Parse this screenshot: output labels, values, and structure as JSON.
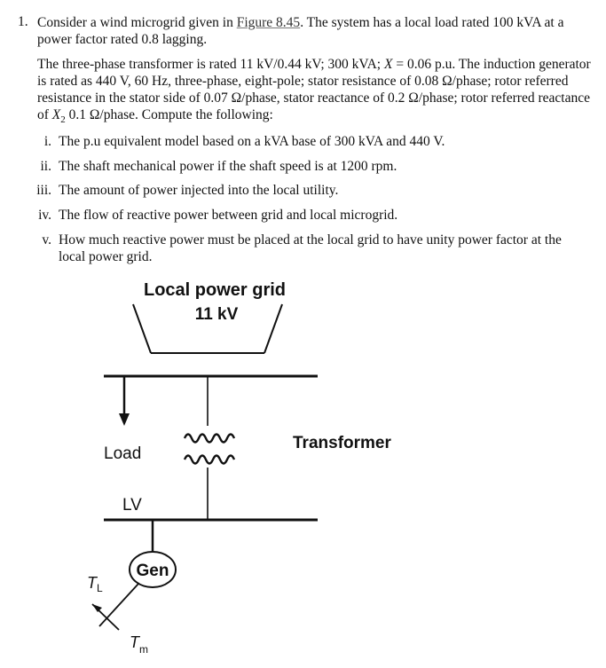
{
  "problem": {
    "number": "1.",
    "intro_before_link": "Consider a wind microgrid given in ",
    "figure_link": "Figure 8.45",
    "intro_after_link": ". The system has a local load rated 100 kVA at a power factor rated 0.8 lagging.",
    "spec_a": "The three-phase transformer is rated 11 kV/0.44 kV; 300 kVA; ",
    "spec_x": "X",
    "spec_b": " = 0.06 p.u. The induction generator is rated as 440 V, 60 Hz, three-phase, eight-pole; stator resistance of 0.08 Ω/phase; rotor referred resistance in the stator side of 0.07 Ω/phase, stator reactance of 0.2 Ω/phase; rotor referred reactance of ",
    "spec_x2": "X",
    "spec_x2_sub": "2",
    "spec_c": " 0.1 Ω/phase. Compute the following:",
    "items": [
      {
        "roman": "i.",
        "text": "The p.u equivalent model based on a kVA base of 300 kVA and 440 V."
      },
      {
        "roman": "ii.",
        "text": "The shaft mechanical power if the shaft speed is at 1200 rpm."
      },
      {
        "roman": "iii.",
        "text": "The amount of power injected into the local utility."
      },
      {
        "roman": "iv.",
        "text": "The flow of reactive power between grid and local microgrid."
      },
      {
        "roman": "v.",
        "text": "How much reactive power must be placed at the local grid to have unity power factor at the local power grid."
      }
    ]
  },
  "diagram": {
    "grid_title": "Local power grid",
    "grid_voltage": "11 kV",
    "load_label": "Load",
    "transformer_label": "Transformer",
    "lv_label": "LV",
    "generator_label": "Gen",
    "tl_main": "T",
    "tl_sub": "L",
    "tm_main": "T",
    "tm_sub": "m"
  }
}
